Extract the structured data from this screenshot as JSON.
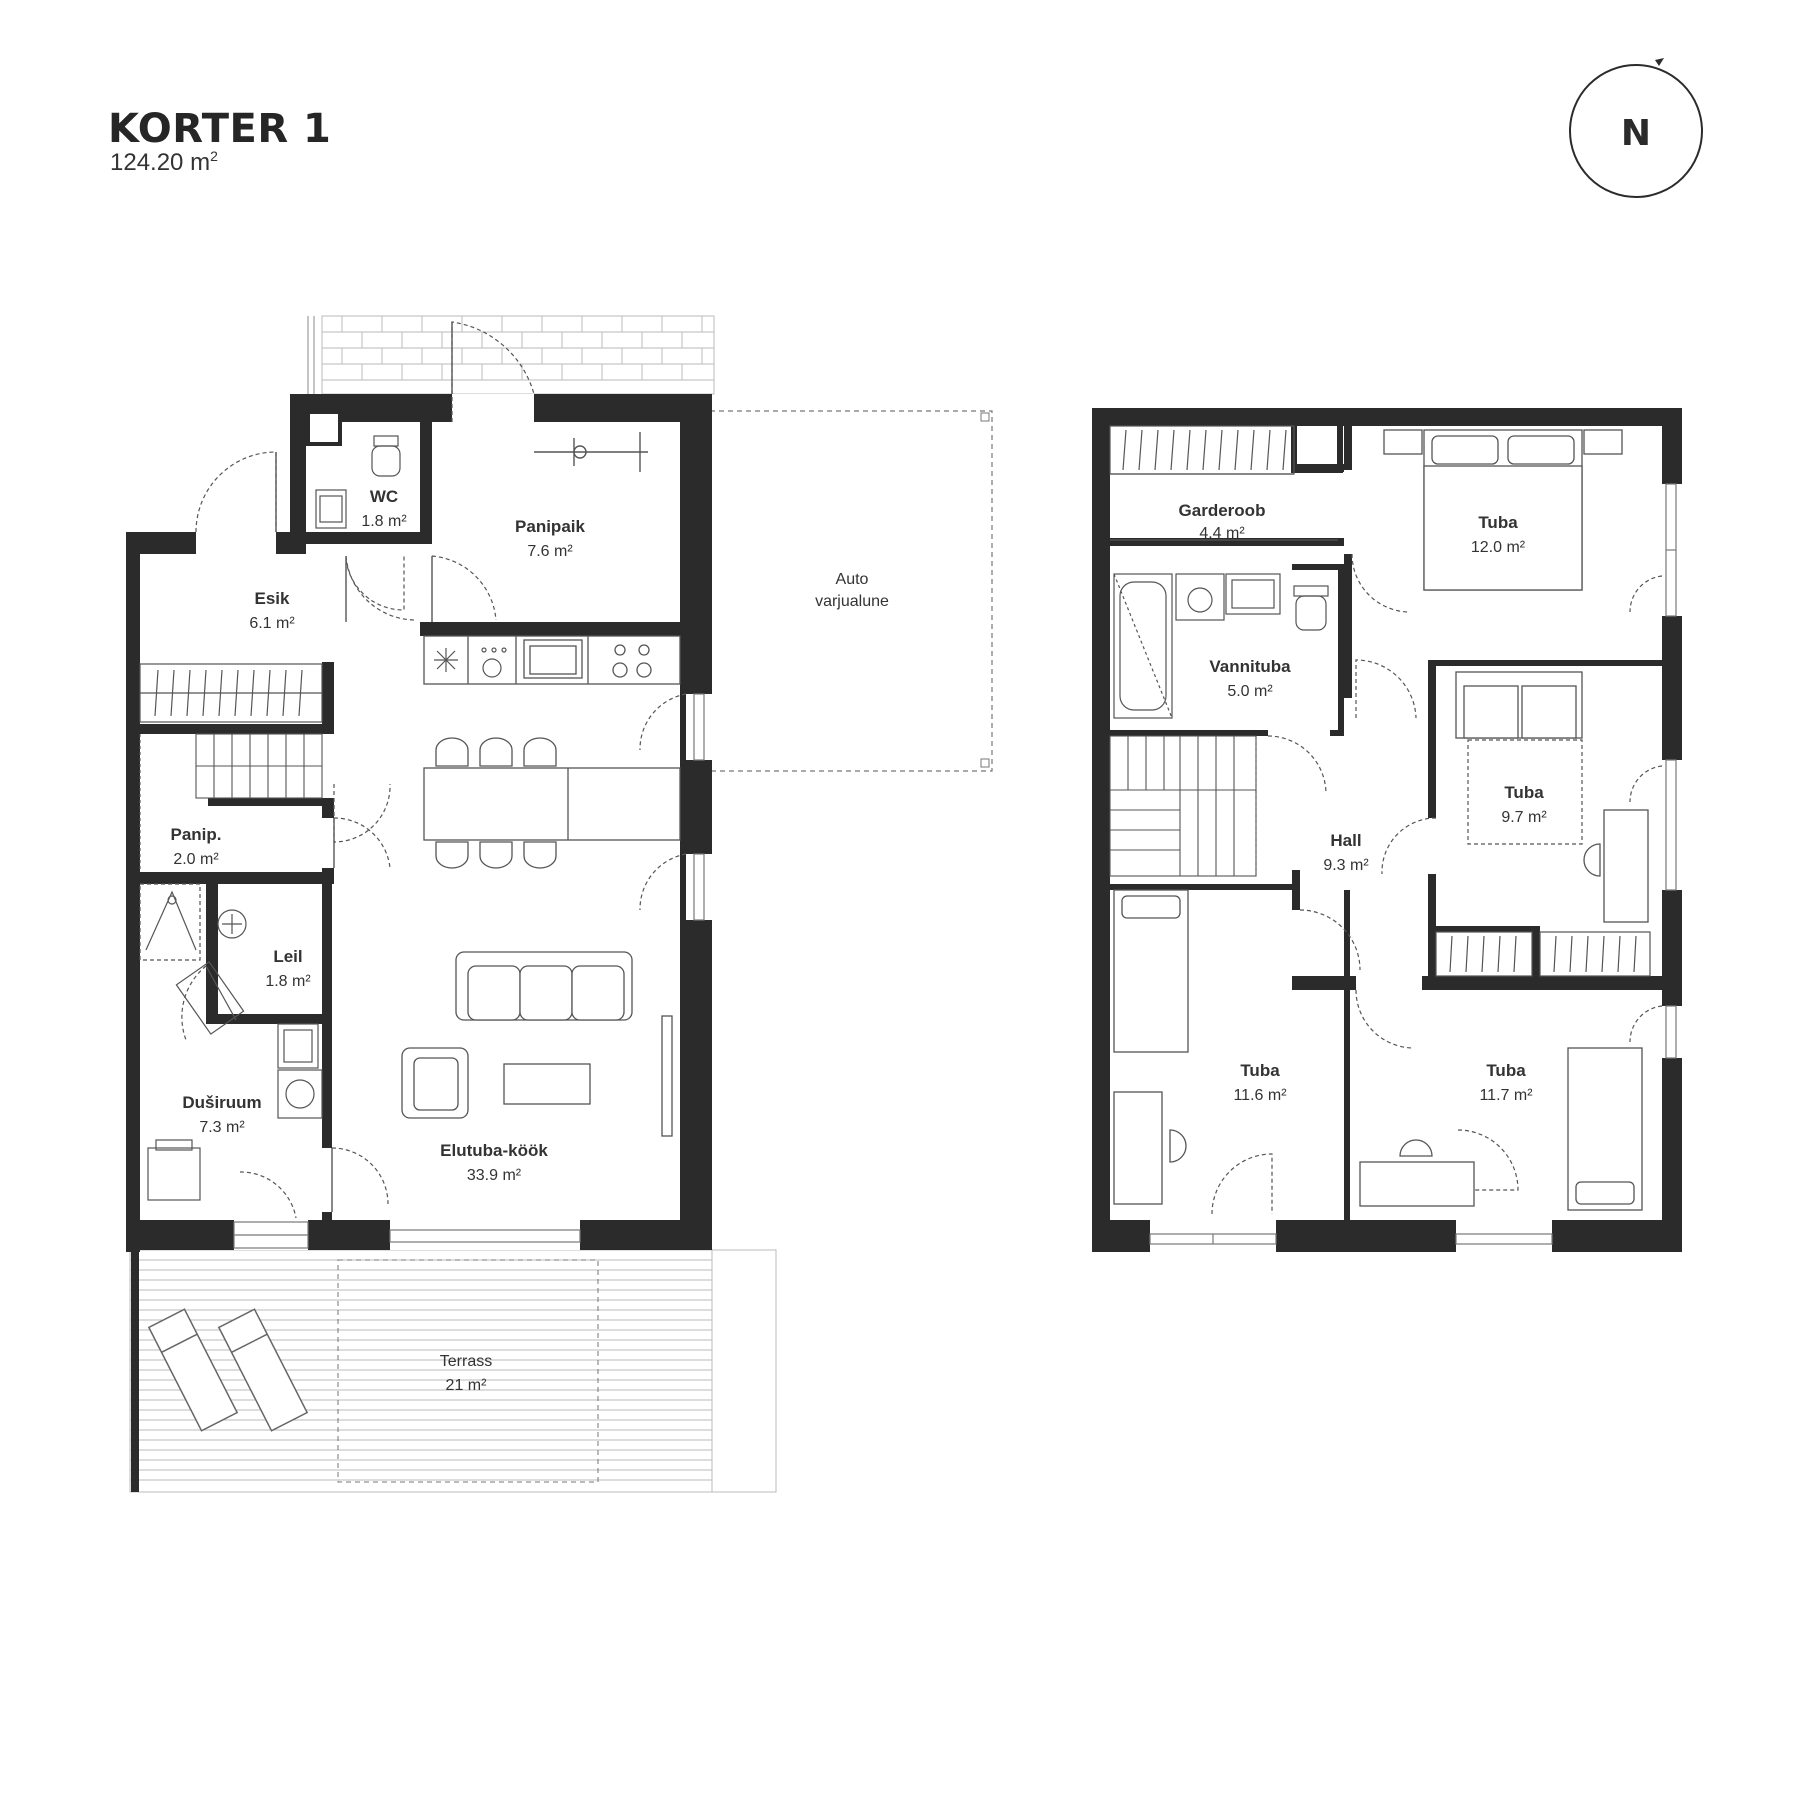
{
  "header": {
    "title": "KORTER 1",
    "area_value": "124.20 m",
    "area_sup": "2"
  },
  "compass": {
    "label": "N"
  },
  "colors": {
    "wall": "#2b2b2b",
    "line": "#555555",
    "background": "#ffffff"
  },
  "ground_floor": {
    "rooms": [
      {
        "id": "wc",
        "name": "WC",
        "area": "1.8 m²"
      },
      {
        "id": "panipaik",
        "name": "Panipaik",
        "area": "7.6 m²"
      },
      {
        "id": "esik",
        "name": "Esik",
        "area": "6.1 m²"
      },
      {
        "id": "panip",
        "name": "Panip.",
        "area": "2.0 m²"
      },
      {
        "id": "leil",
        "name": "Leil",
        "area": "1.8 m²"
      },
      {
        "id": "dusiruum",
        "name": "Duširuum",
        "area": "7.3 m²"
      },
      {
        "id": "elutuba",
        "name": "Elutuba-köök",
        "area": "33.9 m²"
      },
      {
        "id": "terrass",
        "name": "Terrass",
        "area": "21 m²"
      }
    ],
    "carport": {
      "line1": "Auto",
      "line2": "varjualune"
    }
  },
  "upper_floor": {
    "rooms": [
      {
        "id": "garderoob",
        "name": "Garderoob",
        "area": "4.4 m²"
      },
      {
        "id": "tuba12",
        "name": "Tuba",
        "area": "12.0 m²"
      },
      {
        "id": "vannituba",
        "name": "Vannituba",
        "area": "5.0 m²"
      },
      {
        "id": "tuba97",
        "name": "Tuba",
        "area": "9.7 m²"
      },
      {
        "id": "hall",
        "name": "Hall",
        "area": "9.3 m²"
      },
      {
        "id": "tuba116",
        "name": "Tuba",
        "area": "11.6 m²"
      },
      {
        "id": "tuba117",
        "name": "Tuba",
        "area": "11.7 m²"
      }
    ]
  }
}
